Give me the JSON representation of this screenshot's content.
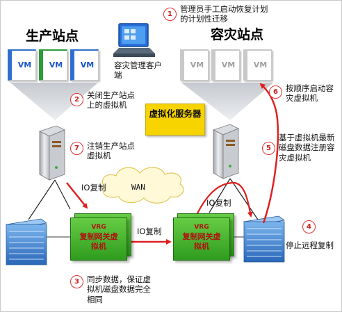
{
  "sites": {
    "production_title": "生产站点",
    "dr_title": "容灾站点"
  },
  "vm_label": "VM",
  "client_label": "容灾管理客户端",
  "virtualization_server": "虚拟化服务器",
  "wan_label": "WAN",
  "io_replication": "IO复制",
  "vrg": {
    "code": "VRG",
    "name": "复制网关虚拟机"
  },
  "steps": [
    {
      "num": "1",
      "text": "管理员手工启动恢复计划的计划性迁移"
    },
    {
      "num": "2",
      "text": "关闭生产站点上的虚拟机"
    },
    {
      "num": "3",
      "text": "同步数据，保证虚拟机磁盘数据完全相同"
    },
    {
      "num": "4",
      "text": "停止远程复制"
    },
    {
      "num": "5",
      "text": "基于虚拟机最新磁盘数据注册容灾虚拟机"
    },
    {
      "num": "6",
      "text": "按顺序启动容灾虚拟机"
    },
    {
      "num": "7",
      "text": "注销生产站点虚拟机"
    }
  ],
  "colors": {
    "arrow_red": "#e02020",
    "vrg_green": "#3faa2a",
    "server_yellow": "#f7d300",
    "storage_blue": "#3a7fd0",
    "vm_blue": "#2f6fcf",
    "vm_green": "#2e9b3a"
  },
  "icons": [
    "computer-icon",
    "server-icon",
    "storage-array-icon",
    "cloud-icon"
  ]
}
